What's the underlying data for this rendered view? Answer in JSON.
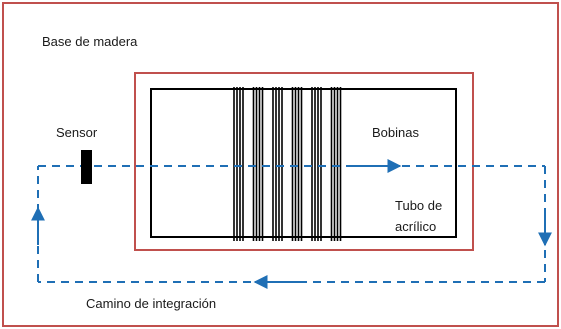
{
  "labels": {
    "base": "Base de madera",
    "sensor": "Sensor",
    "coils": "Bobinas",
    "tube_line1": "Tubo de",
    "tube_line2": "acrílico",
    "path": "Camino de integración"
  },
  "colors": {
    "outer_border": "#c0504d",
    "inner_border": "#c0504d",
    "tube_border": "#000000",
    "coil_lines": "#000000",
    "sensor": "#000000",
    "path": "#1f6fb5"
  },
  "coil_groups": 6,
  "lines_per_group": 4
}
